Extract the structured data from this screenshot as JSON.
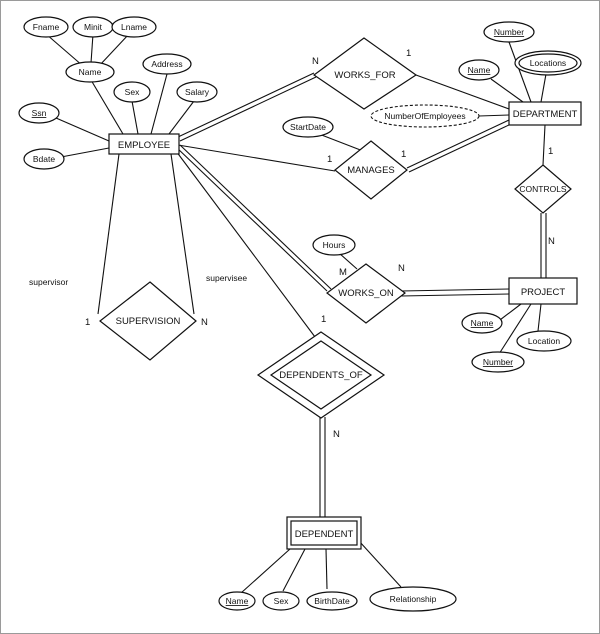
{
  "entities": {
    "employee": "EMPLOYEE",
    "department": "DEPARTMENT",
    "project": "PROJECT",
    "dependent": "DEPENDENT"
  },
  "relationships": {
    "works_for": "WORKS_FOR",
    "manages": "MANAGES",
    "controls": "CONTROLS",
    "works_on": "WORKS_ON",
    "supervision": "SUPERVISION",
    "dependents_of": "DEPENDENTS_OF"
  },
  "attributes": {
    "fname": "Fname",
    "minit": "Minit",
    "lname": "Lname",
    "emp_name": "Name",
    "address": "Address",
    "sex": "Sex",
    "salary": "Salary",
    "ssn": "Ssn",
    "bdate": "Bdate",
    "dept_number": "Number",
    "dept_name": "Name",
    "locations": "Locations",
    "num_employees": "NumberOfEmployees",
    "start_date": "StartDate",
    "hours": "Hours",
    "proj_name": "Name",
    "proj_number": "Number",
    "proj_location": "Location",
    "dep_name": "Name",
    "dep_sex": "Sex",
    "birth_date": "BirthDate",
    "relationship": "Relationship"
  },
  "roles": {
    "supervisor": "supervisor",
    "supervisee": "supervisee"
  },
  "cardinalities": {
    "works_for_emp": "N",
    "works_for_dept": "1",
    "manages_emp": "1",
    "manages_dept": "1",
    "controls_dept": "1",
    "controls_proj": "N",
    "works_on_emp": "M",
    "works_on_proj": "N",
    "supervision_supervisor": "1",
    "supervision_supervisee": "N",
    "dependents_of_emp": "1",
    "dependents_of_dep": "N"
  }
}
